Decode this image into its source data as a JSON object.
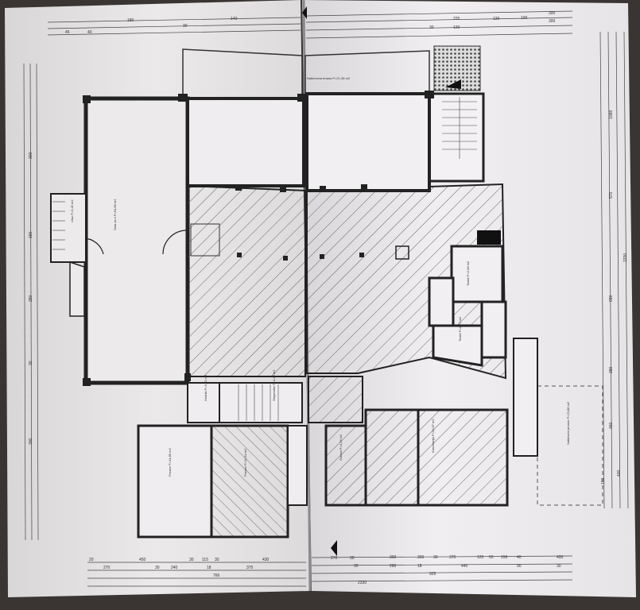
{
  "top_dims": {
    "left": [
      "180",
      "140",
      "30",
      "45",
      "40"
    ],
    "right": [
      "225",
      "120",
      "100",
      "300",
      "300",
      "30",
      "120"
    ]
  },
  "bottom_dims": {
    "row1": [
      "20",
      "450",
      "30",
      "115",
      "30",
      "430",
      "270",
      "30",
      "390",
      "300",
      "30",
      "370",
      "125",
      "55",
      "150",
      "40",
      "400"
    ],
    "row2": [
      "270",
      "30",
      "240",
      "18",
      "375",
      "30",
      "260",
      "18",
      "440",
      "90",
      "30"
    ],
    "row3": [
      "766",
      "925"
    ],
    "row4": [
      "2330"
    ]
  },
  "left_dims": [
    "300",
    "190",
    "250",
    "30",
    "300"
  ],
  "right_dims": [
    "1088",
    "2330",
    "570",
    "690",
    "280",
    "460",
    "400",
    "190"
  ],
  "room_labels": {
    "main_hall": "Sala za ri\nP=54,86 m2",
    "entrance": "Ulaz\nP=3,45 m2",
    "terrace": "Natkrivena terasa\nP=21,38 m2",
    "bottom_left_room": "Prostor\nP=14,85 m2",
    "bottom_mid_room": "Prostor\nP=11,54 m2",
    "small_hall": "Hodnik\nP=3,90 m2",
    "stair": "Stepenište\nP=4,46 m2",
    "wc1": "Toalet\nP=2,08 m2",
    "wc2": "Toalet\nP=1,72 m2",
    "office": "Kancelarija\nP=13,87 m2",
    "outdoor": "Natkriveni prostor\nP=23,88 m2",
    "storage": "Ostava\nP=4,28 m2"
  },
  "colors": {
    "background": "#3a3533",
    "paper_left": "#e8e6e7",
    "paper_right": "#efedef",
    "line": "#2b2b2b",
    "hatch": "#555555"
  }
}
